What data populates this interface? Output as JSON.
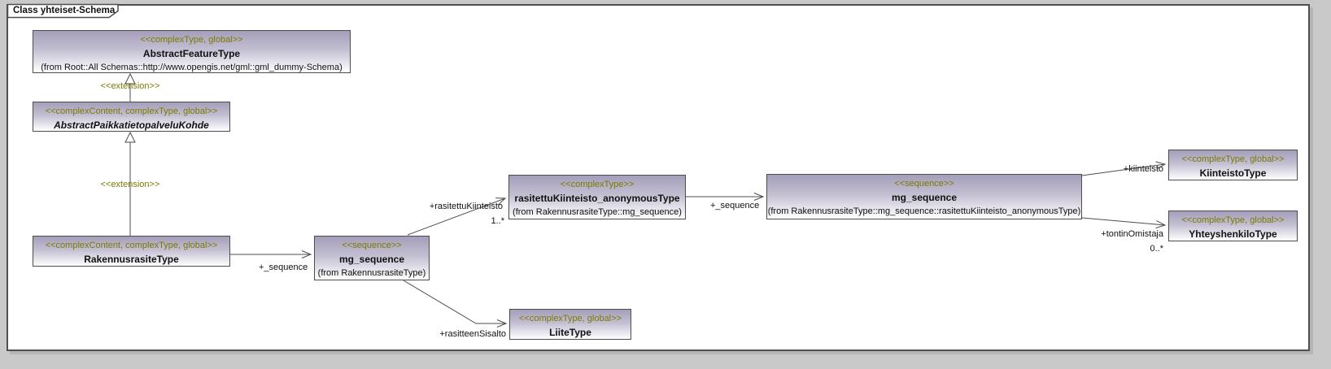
{
  "frame": {
    "title": "Class yhteiset-Schema"
  },
  "colors": {
    "stereotype_text": "#7b7a00",
    "box_fill_top": "#a49eb9",
    "box_fill_bottom": "#ffffff",
    "box_border": "#4c4c4c",
    "connector_line": "#4d4d4d",
    "canvas": "#ffffff",
    "page_margin": "#c9c9c9"
  },
  "classes": [
    {
      "stereotype": "<<complexType, global>>",
      "name": "AbstractFeatureType",
      "from": "(from Root::All Schemas::http://www.opengis.net/gml::gml_dummy-Schema)"
    },
    {
      "stereotype": "<<complexContent, complexType, global>>",
      "name": "AbstractPaikkatietopalveluKohde"
    },
    {
      "stereotype": "<<complexContent, complexType, global>>",
      "name": "RakennusrasiteType"
    },
    {
      "stereotype": "<<sequence>>",
      "name": "mg_sequence",
      "from": "(from RakennusrasiteType)"
    },
    {
      "stereotype": "<<complexType>>",
      "name": "rasitettuKiinteisto_anonymousType",
      "from": "(from RakennusrasiteType::mg_sequence)"
    },
    {
      "stereotype": "<<sequence>>",
      "name": "mg_sequence",
      "from": "(from RakennusrasiteType::mg_sequence::rasitettuKiinteisto_anonymousType)"
    },
    {
      "stereotype": "<<complexType, global>>",
      "name": "KiinteistoType"
    },
    {
      "stereotype": "<<complexType, global>>",
      "name": "YhteyshenkiloType"
    },
    {
      "stereotype": "<<complexType, global>>",
      "name": "LiiteType"
    }
  ],
  "relationships": {
    "extension_label": "<<extension>>",
    "sequence_role": "+_sequence",
    "rasitettu_kiinteisto_role": "+rasitettuKiinteisto",
    "rasitettu_kiinteisto_multiplicity": "1..*",
    "kiinteisto_role": "+kiinteisto",
    "tontin_omistaja_role": "+tontinOmistaja",
    "tontin_omistaja_multiplicity": "0..*",
    "rasitteen_sisalto_role": "+rasitteenSisalto"
  }
}
